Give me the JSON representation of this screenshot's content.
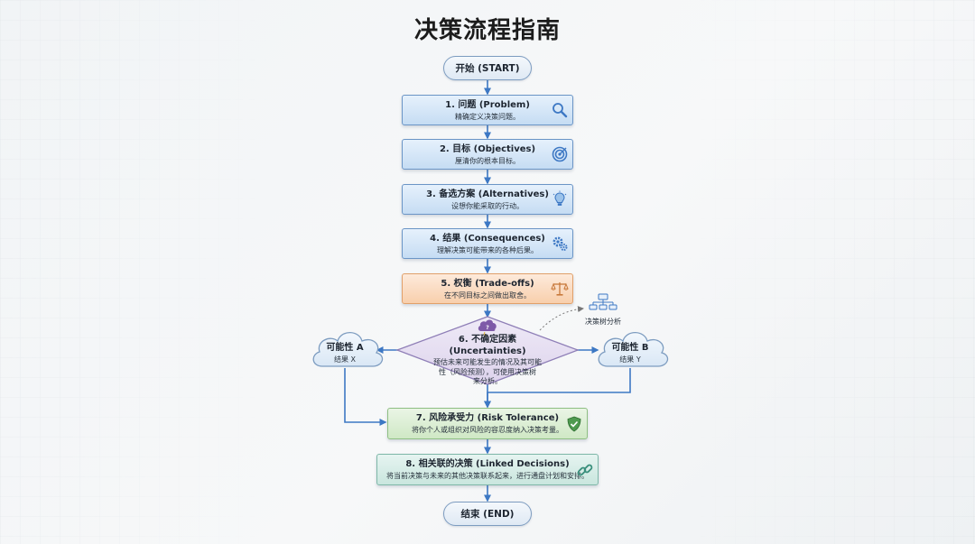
{
  "title": "决策流程指南",
  "start": {
    "label": "开始 (START)"
  },
  "end": {
    "label": "结束 (END)"
  },
  "steps": [
    {
      "title": "1. 问题 (Problem)",
      "desc": "精确定义决策问题。",
      "icon": "magnifier-icon",
      "color": "blue"
    },
    {
      "title": "2. 目标 (Objectives)",
      "desc": "厘清你的根本目标。",
      "icon": "target-icon",
      "color": "blue"
    },
    {
      "title": "3. 备选方案 (Alternatives)",
      "desc": "设想你能采取的行动。",
      "icon": "lightbulb-icon",
      "color": "blue"
    },
    {
      "title": "4. 结果 (Consequences)",
      "desc": "理解决策可能带来的各种后果。",
      "icon": "gears-icon",
      "color": "blue"
    },
    {
      "title": "5. 权衡 (Trade-offs)",
      "desc": "在不同目标之间做出取舍。",
      "icon": "balance-scale-icon",
      "color": "orange"
    }
  ],
  "uncertainty": {
    "title": "6. 不确定因素 (Uncertainties)",
    "desc": [
      "预估未来可能发生的情况及其可能",
      "性（风险预测），可使用决策树",
      "来分析。"
    ],
    "icon": "question-cloud-icon"
  },
  "outcomes": [
    {
      "title": "可能性 A",
      "desc": "结果 X"
    },
    {
      "title": "可能性 B",
      "desc": "结果 Y"
    }
  ],
  "decision_tree": {
    "label": "决策树分析",
    "icon": "decision-tree-icon"
  },
  "risk": {
    "title": "7. 风险承受力 (Risk Tolerance)",
    "desc": "将你个人或组织对风险的容忍度纳入决策考量。",
    "icon": "shield-icon",
    "color": "green"
  },
  "linked": {
    "title": "8. 相关联的决策 (Linked Decisions)",
    "desc": "将当前决策与未来的其他决策联系起来，进行通盘计划和安排。",
    "icon": "chain-link-icon",
    "color": "teal"
  },
  "colors": {
    "arrow": "#3d78c4",
    "box_blue": "#c5dcf3",
    "box_orange": "#f8cfac",
    "box_green": "#cfe8c5",
    "box_teal": "#c9e6de",
    "diamond": "#e7e0f2"
  }
}
